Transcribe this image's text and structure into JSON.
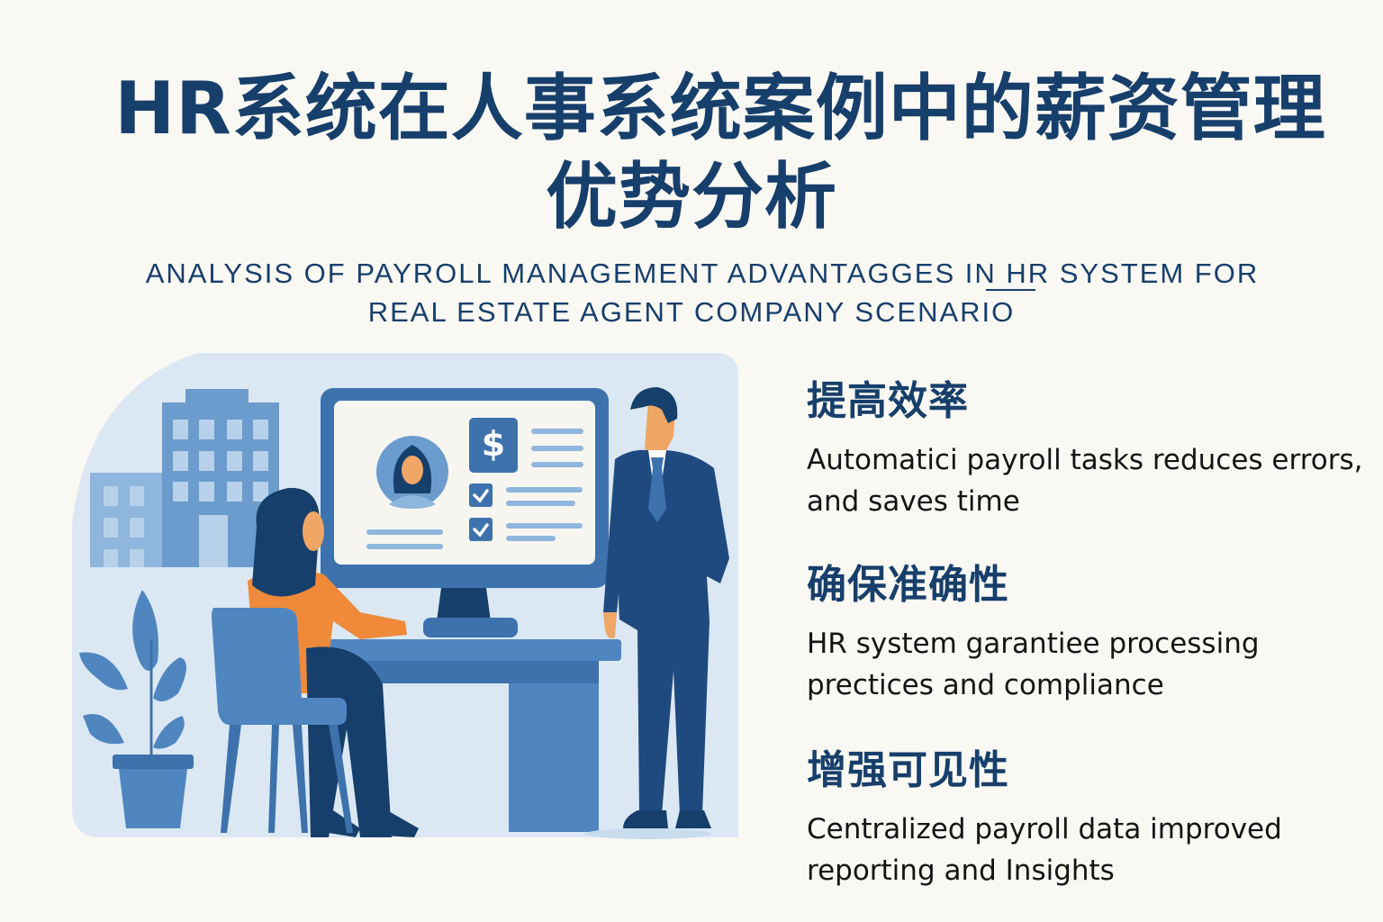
{
  "title": {
    "line1": "HR系统在人事系统案例中的薪资管理",
    "line2": "优势分析"
  },
  "subtitle": {
    "line1": "ANALYSIS OF PAYROLL MANAGEMENT ADVANTAGGES IN HR SYSTEM FOR",
    "line2": "REAL ESTATE AGENT COMPANY SCENARIO"
  },
  "illustration": {
    "description": "Woman at desk using computer showing employee payroll profile; man in suit standing; office buildings and potted plant",
    "screen_icons": [
      "avatar-icon",
      "dollar-icon",
      "checkbox-checked-icon",
      "checkbox-checked-icon"
    ],
    "colors": {
      "background_panel": "#dbe8f3",
      "blue_mid": "#4f86c0",
      "blue_light": "#8fb6dc",
      "navy": "#173f6b",
      "suit": "#1f4a80",
      "orange": "#ee8a3a",
      "skin": "#f0a664",
      "screen": "#f7f5f0"
    }
  },
  "features": [
    {
      "heading": "提高效率",
      "body": "Automatici payroll tasks reduces errors, and saves time"
    },
    {
      "heading": "确保准确性",
      "body": "HR system garantiee processing prectices and compliance"
    },
    {
      "heading": "增强可见性",
      "body": "Centralized payroll data improved reporting and Insights"
    }
  ],
  "colors": {
    "background": "#faf8f3",
    "heading": "#173f6b",
    "body_text": "#141414"
  }
}
